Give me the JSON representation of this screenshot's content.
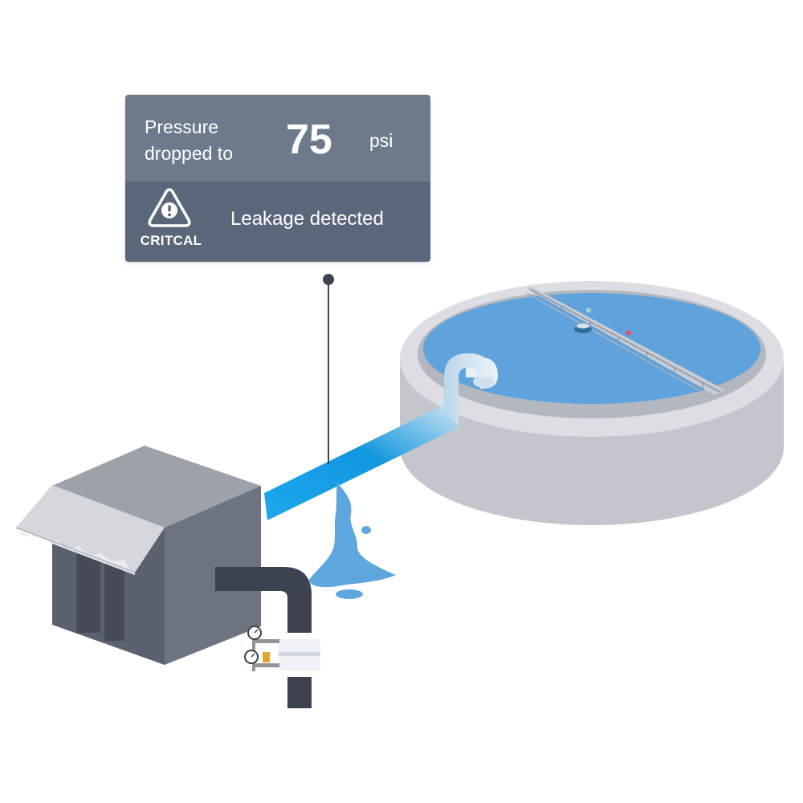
{
  "alert": {
    "pressure_label": "Pressure dropped to",
    "pressure_value": "75",
    "pressure_unit": "psi",
    "severity": "CRITCAL",
    "message": "Leakage detected",
    "icon": "warning-icon"
  },
  "colors": {
    "card_top": "#6c7a8b",
    "card_bottom": "#5a6679",
    "water": "#5fa2dc",
    "pipe_flow": "#1aa3e6",
    "tank_concrete": "#c3c6cd",
    "building_dark": "#5c6170"
  }
}
